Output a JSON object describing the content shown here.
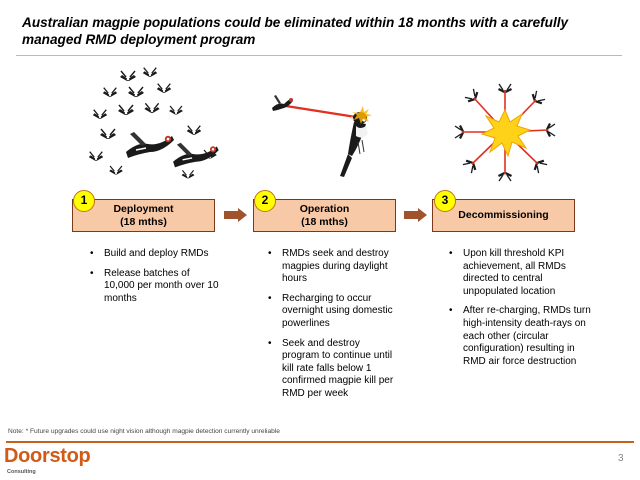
{
  "title": "Australian magpie populations could be eliminated within 18 months with a carefully managed RMD deployment program",
  "stages": [
    {
      "number": "1",
      "label": "Deployment",
      "duration": "(18 mths)",
      "bullets": [
        "Build and deploy RMDs",
        "Release batches of 10,000 per month over 10 months"
      ]
    },
    {
      "number": "2",
      "label": "Operation",
      "duration": "(18 mths)",
      "bullets": [
        "RMDs seek and destroy magpies during daylight hours",
        "Recharging to occur overnight using domestic powerlines",
        "Seek and destroy program to continue until kill rate falls below 1 confirmed magpie kill per RMD per week"
      ]
    },
    {
      "number": "3",
      "label": "Decommissioning",
      "duration": "",
      "bullets": [
        "Upon kill threshold KPI achievement, all RMDs directed to central unpopulated location",
        "After re-charging, RMDs turn high-intensity death-rays on each other (circular configuration) resulting in RMD air force destruction"
      ]
    }
  ],
  "note": "Note: * Future upgrades could use night vision although magpie detection currently unreliable",
  "logo": {
    "name": "Doorstop",
    "sub": "Consulting"
  },
  "page_number": "3",
  "colors": {
    "box_fill": "#f8c9a6",
    "box_border": "#7a3a19",
    "number_circle": "#ffff00",
    "arrow": "#a0522d",
    "brand": "#d35a16",
    "death_ray": "#e0301e",
    "explosion": "#ffd21a"
  },
  "icons": [
    "rmd-drone-icon",
    "magpie-icon",
    "explosion-icon",
    "chevron-right-icon"
  ]
}
